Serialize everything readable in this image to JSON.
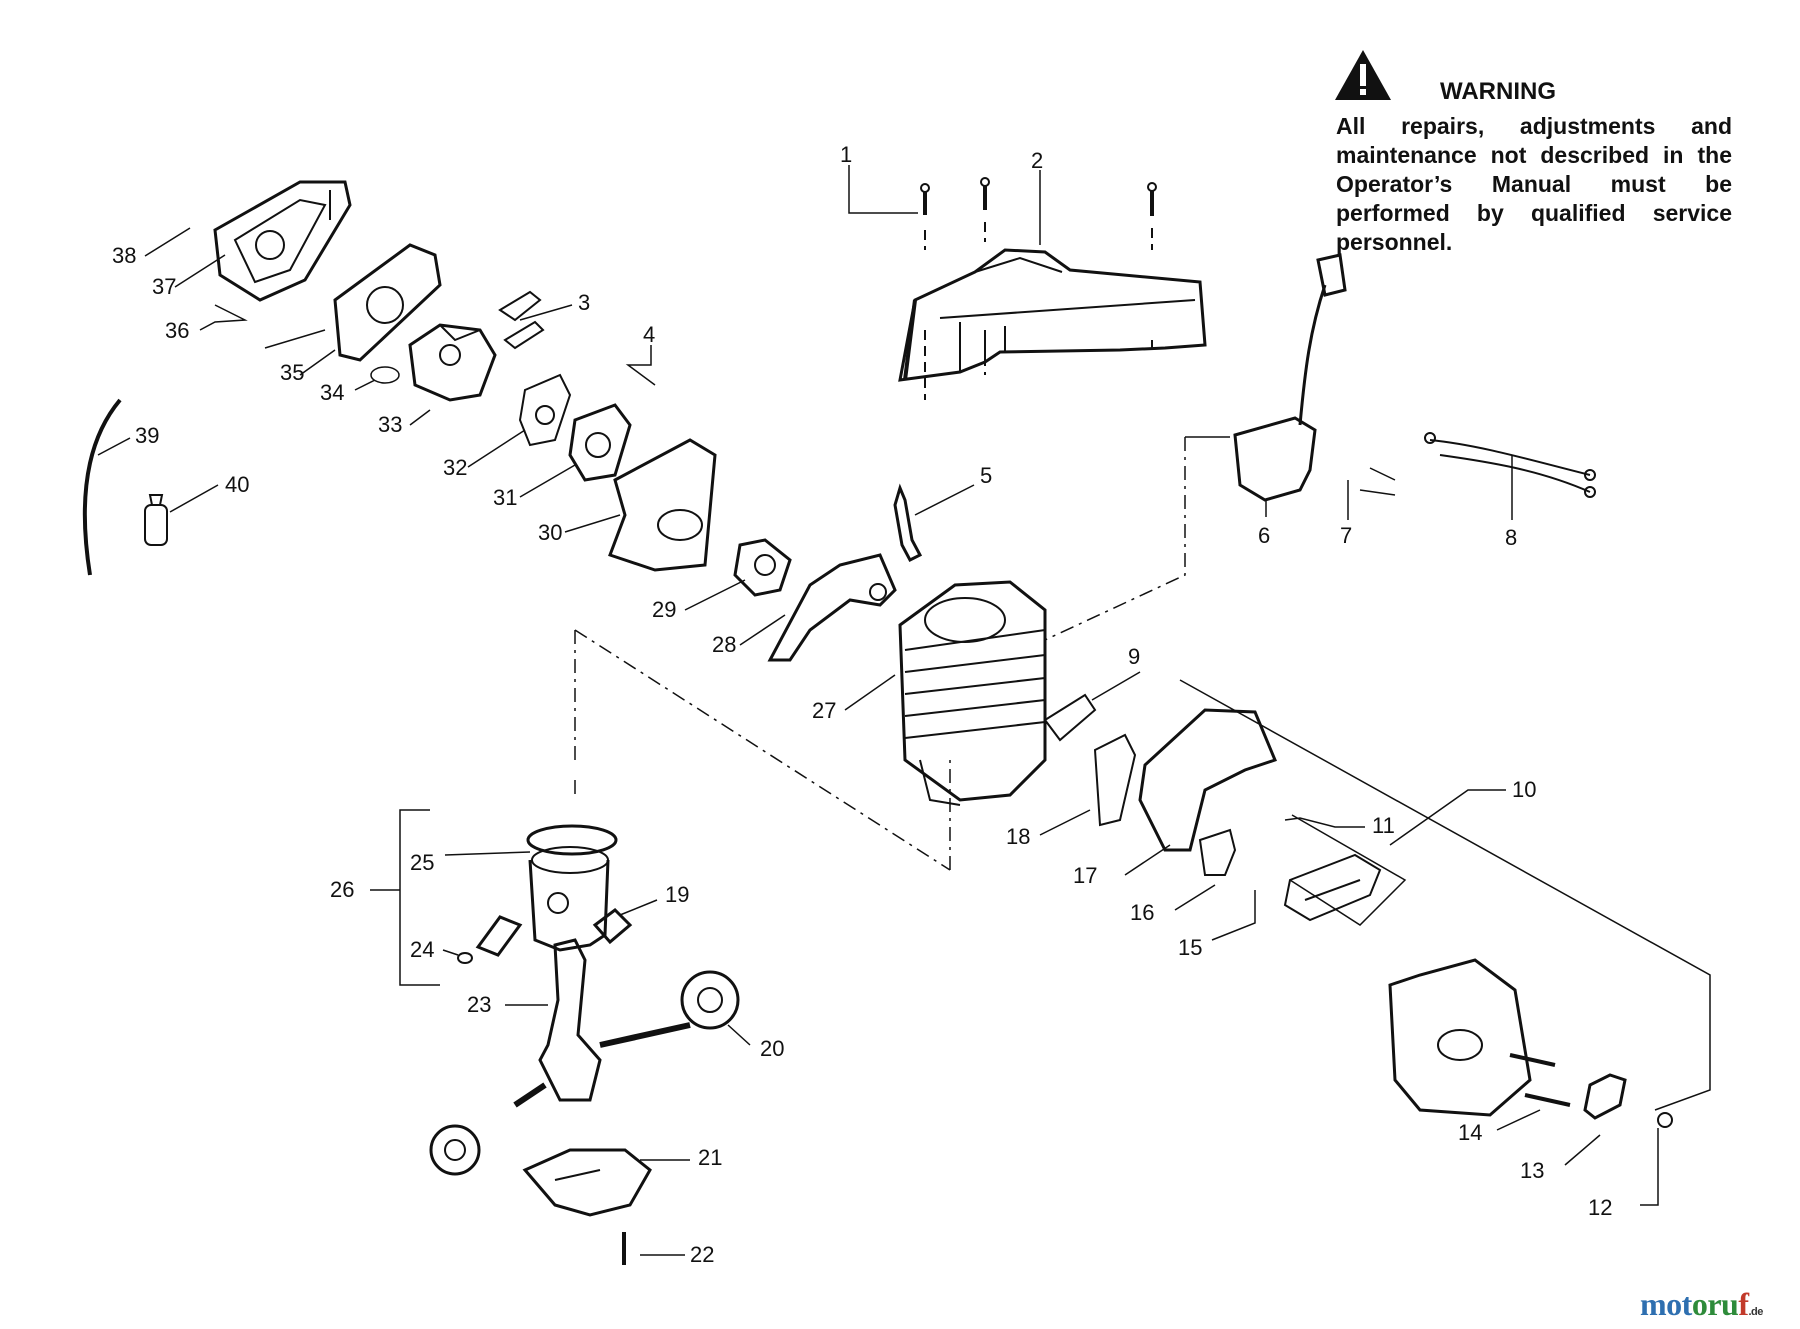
{
  "warning": {
    "title": "WARNING",
    "body": "All repairs, adjustments and maintenance not described in the Operator’s Manual must be performed by qualified service personnel.",
    "icon": "warning-triangle-icon"
  },
  "watermark": {
    "part1": "mot",
    "part2": "oru",
    "part3": "f",
    "suffix": ".de"
  },
  "callouts": [
    "1",
    "2",
    "3",
    "4",
    "5",
    "6",
    "7",
    "8",
    "9",
    "10",
    "11",
    "12",
    "13",
    "14",
    "15",
    "16",
    "17",
    "18",
    "19",
    "20",
    "21",
    "22",
    "23",
    "24",
    "25",
    "26",
    "27",
    "28",
    "29",
    "30",
    "31",
    "32",
    "33",
    "34",
    "35",
    "36",
    "37",
    "38",
    "39",
    "40"
  ]
}
